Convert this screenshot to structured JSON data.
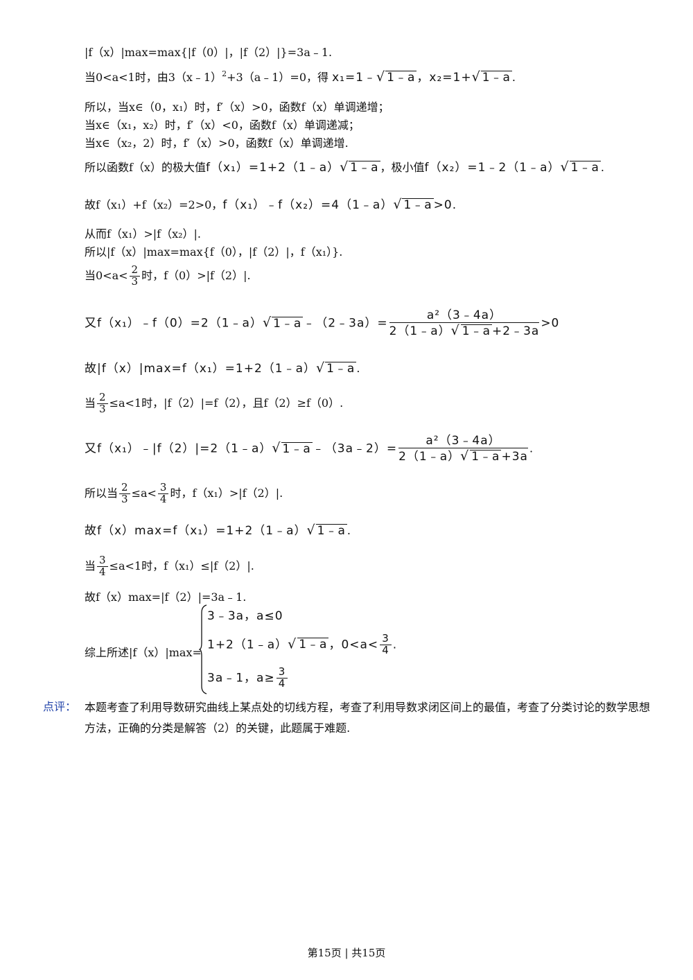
{
  "lines": {
    "l1": "|f（x）|max=max{|f（0）|，|f（2）|}=3a﹣1.",
    "l2_a": "当0<a<1时，由3（x﹣1）",
    "l2_b": "+3（a﹣1）=0，得",
    "l2_c": "x₁=1﹣",
    "l2_d": "1﹣a",
    "l2_e": "，x₂=1+",
    "l3": "所以，当x∈（0，x₁）时，f′（x）>0，函数f（x）单调递增；",
    "l4": "当x∈（x₁，x₂）时，f′（x）<0，函数f（x）单调递减；",
    "l5": "当x∈（x₂，2）时，f′（x）>0，函数f（x）单调递增.",
    "l6_a": "所以函数f（x）的极大值",
    "l6_b": "f（x₁）=1+2（1﹣a）",
    "l6_c": "，极小值",
    "l6_d": "f（x₂）=1﹣2（1﹣a）",
    "l7_a": "故f（x₁）+f（x₂）=2>0，",
    "l7_b": "f（x₁）﹣f（x₂）=4（1﹣a）",
    "l7_c": ">0.",
    "l8": "从而f（x₁）>|f（x₂）|.",
    "l9": "所以|f（x）|max=max{f（0），|f（2）|，f（x₁）}.",
    "l10_a": "当0<a<",
    "l10_b": "时，f（0）>|f（2）|.",
    "l11_a": "又f（x₁）﹣f（0）=2（1﹣a）",
    "l11_b": "﹣（2﹣3a）=",
    "l11_num": "a²（3﹣4a）",
    "l11_den": "2（1﹣a）",
    "l11_den2": "+2﹣3a",
    "l11_c": ">0",
    "l12_a": "故|f（x）|max=f（x₁）=1+2（1﹣a）",
    "l13_a": "当",
    "l13_b": "≤a<1时，|f（2）|=f（2），且f（2）≥f（0）.",
    "l14_a": "又f（x₁）﹣|f（2）|=2（1﹣a）",
    "l14_b": "﹣（3a﹣2）=",
    "l14_num": "a²（3﹣4a）",
    "l14_den": "2（1﹣a）",
    "l14_den2": "+3a",
    "l15_a": "所以当",
    "l15_b": "≤a<",
    "l15_c": "时，f（x₁）>|f（2）|.",
    "l16_a": "故f（x）max=f（x₁）=1+2（1﹣a）",
    "l17_a": "当",
    "l17_b": "≤a<1时，f（x₁）≤|f（2）|.",
    "l18": "故f（x）max=|f（2）|=3a﹣1.",
    "l19_label": "综上所述|f（x）|max=",
    "case1": "3﹣3a，a≤0",
    "case2_a": "1+2（1﹣a）",
    "case2_b": "，0<a<",
    "case3_a": "3a﹣1，a≥",
    "sqrt_body": "1﹣a",
    "two": "2",
    "three": "3",
    "four": "4",
    "sq": "2",
    "dot": ".",
    "period": ".",
    "dot_end": "."
  },
  "comment": {
    "label": "点评：",
    "text": "本题考查了利用导数研究曲线上某点处的切线方程，考查了利用导数求闭区间上的最值，考查了分类讨论的数学思想方法，正确的分类是解答（2）的关键，此题属于难题."
  },
  "footer": {
    "text": "第15页 | 共15页"
  }
}
